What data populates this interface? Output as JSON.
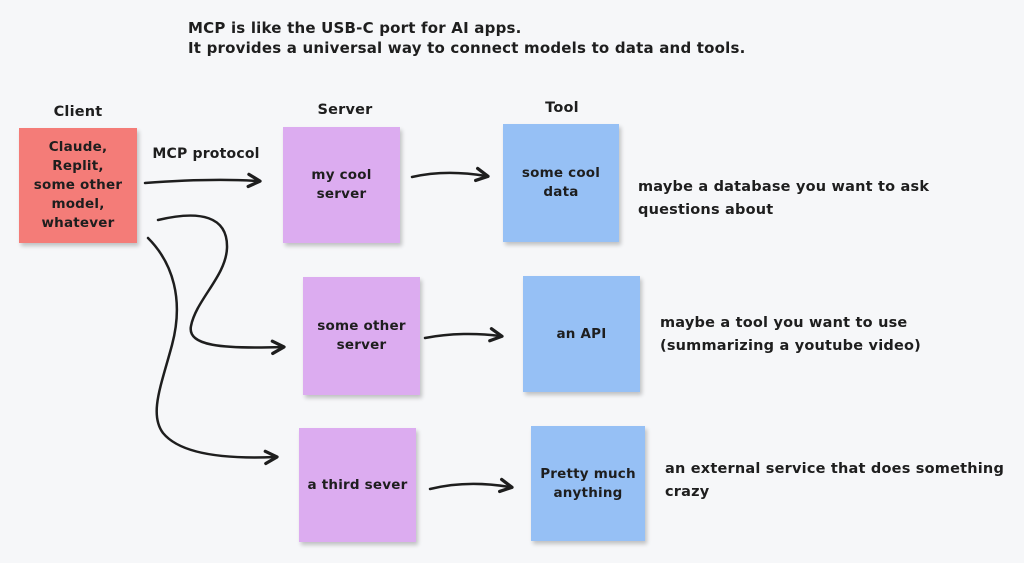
{
  "title": "MCP is like the USB-C port for AI apps.\nIt provides a universal way to connect models to data and tools.",
  "column_labels": {
    "client": "Client",
    "server": "Server",
    "tool": "Tool"
  },
  "protocol_label": "MCP protocol",
  "nodes": {
    "client": "Claude, Replit,\nsome other\nmodel,\nwhatever",
    "server1": "my cool server",
    "server2": "some other\nserver",
    "server3": "a third sever",
    "tool1": "some cool\ndata",
    "tool2": "an API",
    "tool3": "Pretty much\nanything"
  },
  "annotations": {
    "tool1": "maybe a database you want to ask\nquestions about",
    "tool2": "maybe a tool you want to use\n(summarizing a youtube video)",
    "tool3": "an external service that does something crazy"
  },
  "colors": {
    "background": "#f6f7f9",
    "client_box": "#f47c78",
    "server_box": "#dcacf0",
    "tool_box": "#96c0f5",
    "ink": "#1e1e1e"
  }
}
